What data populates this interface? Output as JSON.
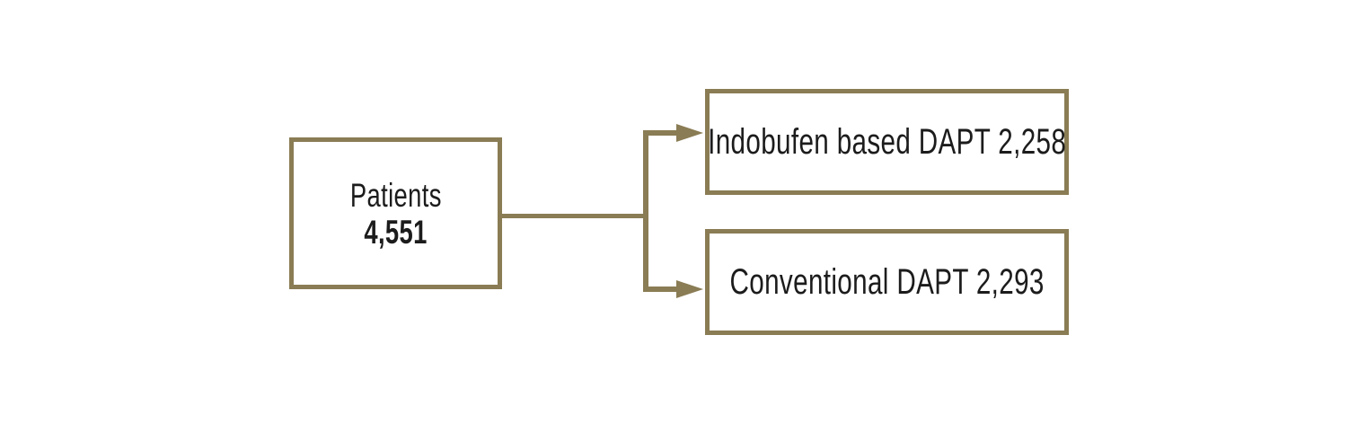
{
  "colors": {
    "line": "#8a7c54",
    "text": "#1c1c1c",
    "background": "#ffffff"
  },
  "root": {
    "label": "Patients",
    "value": "4,551"
  },
  "branches": [
    {
      "label": "Indobufen based DAPT 2,258"
    },
    {
      "label": "Conventional DAPT 2,293"
    }
  ]
}
